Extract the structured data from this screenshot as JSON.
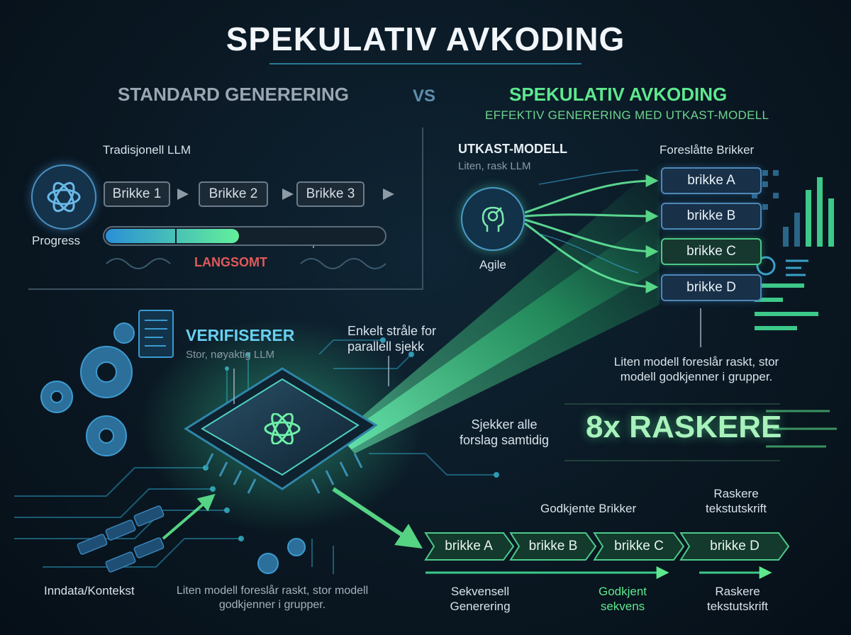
{
  "title": "SPEKULATIV AVKODING",
  "standard": {
    "heading": "STANDARD GENERERING",
    "model_label": "Tradisjonell LLM",
    "logo_label": "Progress",
    "tokens": [
      "Brikke 1",
      "Brikke 2",
      "Brikke 3"
    ],
    "progress_fraction": 0.48,
    "slow_label": "LANGSOMT"
  },
  "vs": "VS",
  "speculative": {
    "heading": "SPEKULATIV AVKODING",
    "subheading": "EFFEKTIV GENERERING MED UTKAST-MODELL",
    "draft_model": {
      "title": "UTKAST-MODELL",
      "subtitle": "Liten, rask LLM",
      "icon_label": "Agile"
    },
    "proposed_label": "Foreslåtte Brikker",
    "proposed": [
      "brikke A",
      "brikke B",
      "brikke C",
      "brikke D"
    ],
    "note": "Liten modell foreslår raskt, stor modell godkjenner i grupper."
  },
  "verifier": {
    "title": "VERIFISERER",
    "subtitle": "Stor, nøyaktig LLM",
    "beam_label": "Enkelt stråle for parallell sjekk",
    "check_label": "Sjekker alle forslag samtidig",
    "input_label": "Inndata/Kontekst",
    "bottom_note": "Liten modell foreslår raskt, stor modell godkjenner i grupper."
  },
  "speedup": "8x RASKERE",
  "approved": {
    "label": "Godkjente Brikker",
    "output_label": "Raskere tekstutskrift",
    "tokens": [
      "brikke A",
      "brikke B",
      "brikke C",
      "brikke D"
    ],
    "captions": [
      "Sekvensell Generering",
      "Godkjent sekvens",
      "Raskere tekstutskrift"
    ]
  },
  "colors": {
    "accent_green": "#5ee88e",
    "accent_blue": "#4d88b8",
    "slow_red": "#e05a5a"
  },
  "icons": [
    "openai-logo-icon",
    "head-brain-icon",
    "chip-icon",
    "gear-icon",
    "arrow-icon",
    "document-icon"
  ]
}
